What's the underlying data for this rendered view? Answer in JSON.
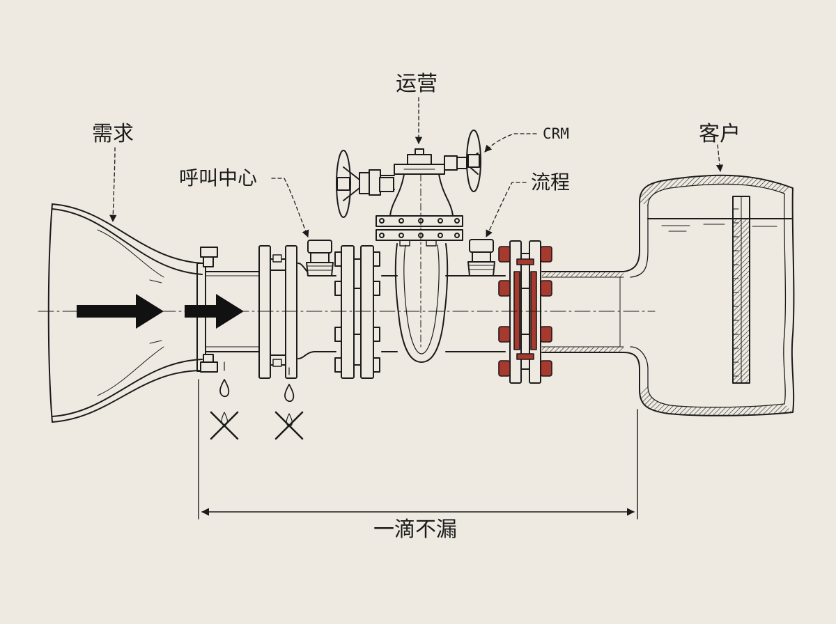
{
  "labels": {
    "demand": "需求",
    "call_center": "呼叫中心",
    "operations": "运营",
    "crm": "CRM",
    "process": "流程",
    "customer": "客户",
    "dimension": "一滴不漏"
  },
  "colors": {
    "background": "#efeae1",
    "ink": "#1b1b1b",
    "bolt_red": "#a8392e"
  }
}
